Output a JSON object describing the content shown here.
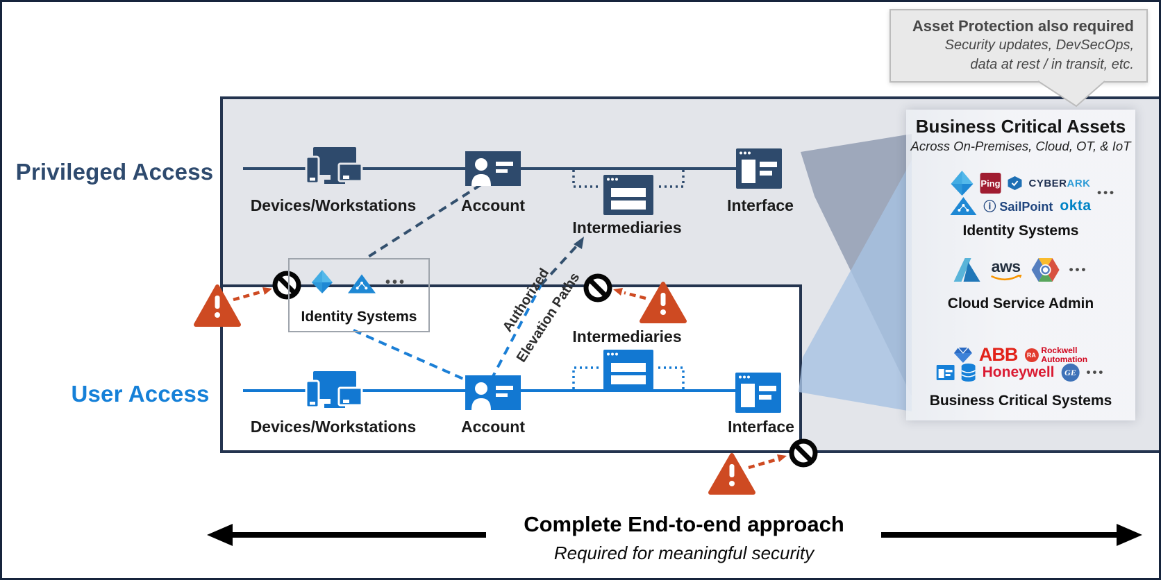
{
  "zones": {
    "privileged_label": "Privileged Access",
    "user_label": "User Access"
  },
  "node_labels": {
    "devices": "Devices/Workstations",
    "account": "Account",
    "intermediaries": "Intermediaries",
    "interface": "Interface"
  },
  "identity_box": {
    "label": "Identity Systems",
    "more": "•••"
  },
  "elevation_path": {
    "line1": "Authorized",
    "line2": "Elevation Paths"
  },
  "callout": {
    "title": "Asset Protection also required",
    "body_line1": "Security updates, DevSecOps,",
    "body_line2": "data at rest / in transit, etc."
  },
  "assets_panel": {
    "title": "Business Critical Assets",
    "subtitle": "Across On-Premises, Cloud, OT, & IoT",
    "identity_group_label": "Identity Systems",
    "cloud_group_label": "Cloud Service Admin",
    "business_group_label": "Business Critical Systems",
    "more": "•••",
    "logos": {
      "ping": "Ping",
      "cyberark_a": "CYBER",
      "cyberark_b": "ARK",
      "sailpoint": "SailPoint",
      "okta": "okta",
      "aws": "aws",
      "abb": "ABB",
      "rockwell_badge": "RA",
      "rockwell_line1": "Rockwell",
      "rockwell_line2": "Automation",
      "honeywell": "Honeywell",
      "ge": "GE"
    }
  },
  "footer": {
    "title": "Complete End-to-end approach",
    "subtitle": "Required for meaningful security"
  },
  "colors": {
    "privileged_navy": "#2E4A6C",
    "user_blue": "#1278D2",
    "border_navy": "#24344F",
    "zone_gray": "#E3E5EA",
    "alert_orange": "#CE4A22",
    "triangle_gray": "#96A1B6",
    "triangle_blue": "#A6C2E2"
  }
}
